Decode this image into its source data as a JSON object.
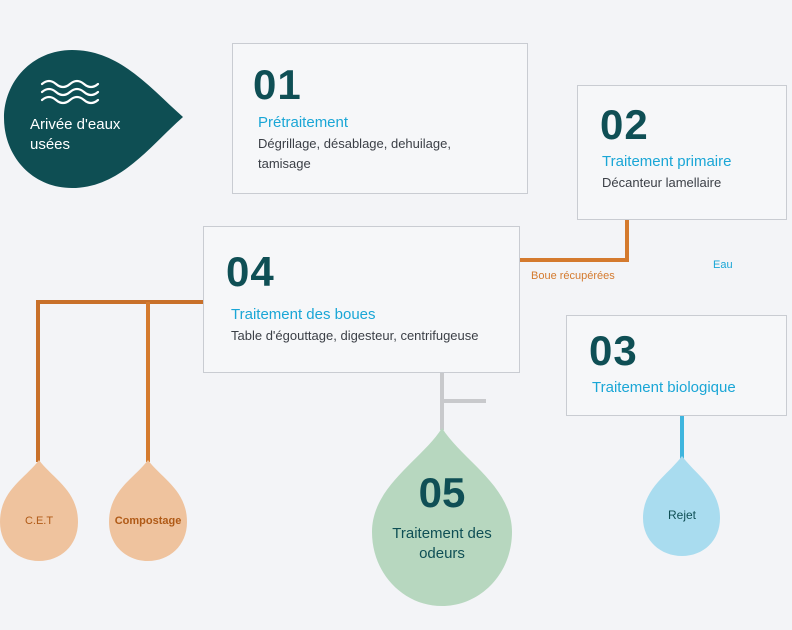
{
  "colors": {
    "teal_dark": "#0e4e53",
    "blue": "#1aa6d6",
    "orange": "#d47a2e",
    "peach": "#efc39e",
    "green": "#b7d7bf",
    "light_blue": "#a9dcef",
    "grey": "#c8c9cc",
    "red_line": "#9a2230"
  },
  "start": {
    "title": "Arivée d'eaux usées",
    "icon": "waves-icon"
  },
  "steps": [
    {
      "num": "01",
      "title": "Prétraitement",
      "desc": "Dégrillage, désablage, dehuilage, tamisage"
    },
    {
      "num": "02",
      "title": "Traitement primaire",
      "desc": "Décanteur lamellaire"
    },
    {
      "num": "03",
      "title": "Traitement biologique"
    },
    {
      "num": "04",
      "title": "Traitement des boues",
      "desc": "Table d'égouttage, digesteur, centrifugeuse"
    },
    {
      "num": "05",
      "title": "Traitement des odeurs"
    }
  ],
  "edges": {
    "boue": "Boue récupérées",
    "eau": "Eau"
  },
  "outputs": {
    "cet": "C.E.T",
    "compostage": "Compostage",
    "rejet": "Rejet"
  }
}
